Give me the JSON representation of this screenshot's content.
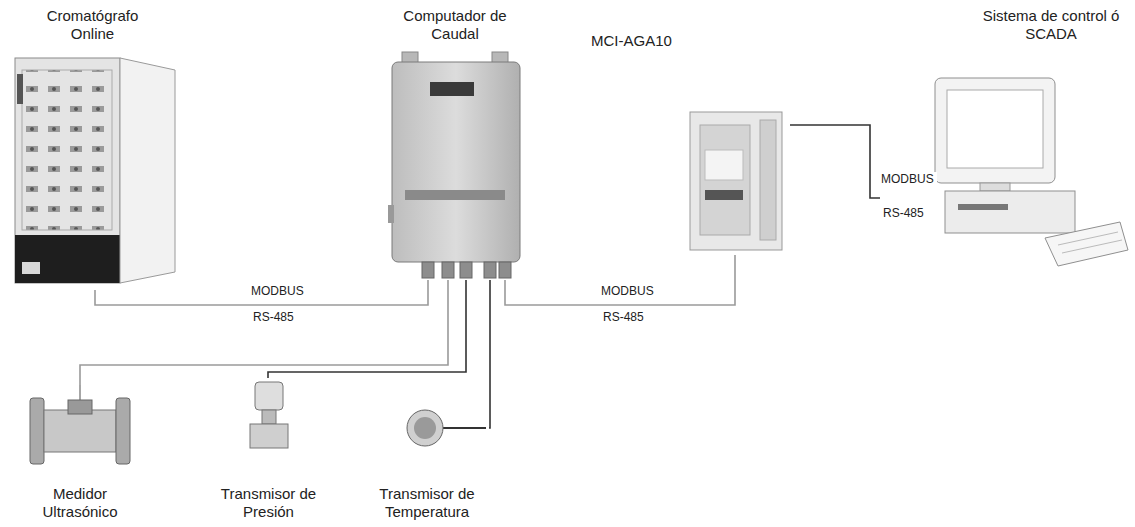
{
  "diagram": {
    "nodes": [
      {
        "text": [
          "Cromatógrafo Online"
        ]
      },
      {
        "text": [
          "Computador de Caudal"
        ]
      },
      {
        "text": [
          "MCI-AGA10"
        ]
      },
      {
        "text": [
          "Sistema de control ó SCADA"
        ]
      },
      {
        "text": [
          "Medidor Ultrasónico"
        ]
      },
      {
        "text": [
          "Transmisor de Presión"
        ]
      },
      {
        "text": [
          "Transmisor de Temperatura"
        ]
      }
    ],
    "edges": [
      {
        "from": 0,
        "to": 1,
        "arrow": "none"
      },
      {
        "from": 1,
        "to": 2,
        "arrow": "none"
      },
      {
        "from": 2,
        "to": 3,
        "arrow": "none"
      },
      {
        "from": 1,
        "to": 4,
        "arrow": "none"
      },
      {
        "from": 1,
        "to": 5,
        "arrow": "none"
      },
      {
        "from": 1,
        "to": 6,
        "arrow": "none"
      }
    ],
    "labels": [
      "MODBUS",
      "RS-485",
      "MODBUS",
      "RS-485",
      "MODBUS",
      "RS-485"
    ]
  }
}
